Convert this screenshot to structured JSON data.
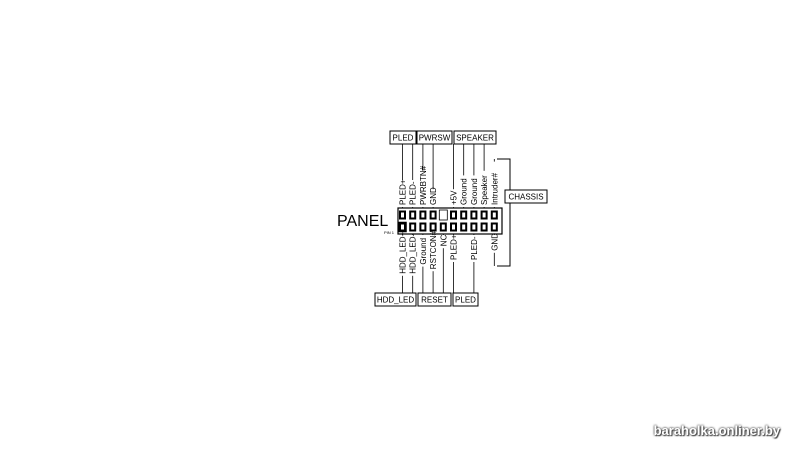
{
  "title": "PANEL",
  "pin1_label": "PIN 1",
  "top_groups": [
    {
      "label": "PLED"
    },
    {
      "label": "PWRSW"
    },
    {
      "label": "SPEAKER"
    }
  ],
  "side_group": {
    "label": "CHASSIS"
  },
  "bottom_groups": [
    {
      "label": "HDD_LED"
    },
    {
      "label": "RESET"
    },
    {
      "label": "PLED"
    }
  ],
  "top_pins": [
    "PLED+",
    "PLED-",
    "PWRBTN#",
    "GND",
    "",
    "+5V",
    "Ground",
    "Ground",
    "Speaker",
    "Intruder#"
  ],
  "bottom_pins": [
    "HDD_LED+",
    "HDD_LED-",
    "Ground",
    "RSTCON#",
    "NC",
    "PLED+",
    "",
    "PLED-",
    "",
    "GND"
  ],
  "watermark": "baraholka.onliner.by"
}
